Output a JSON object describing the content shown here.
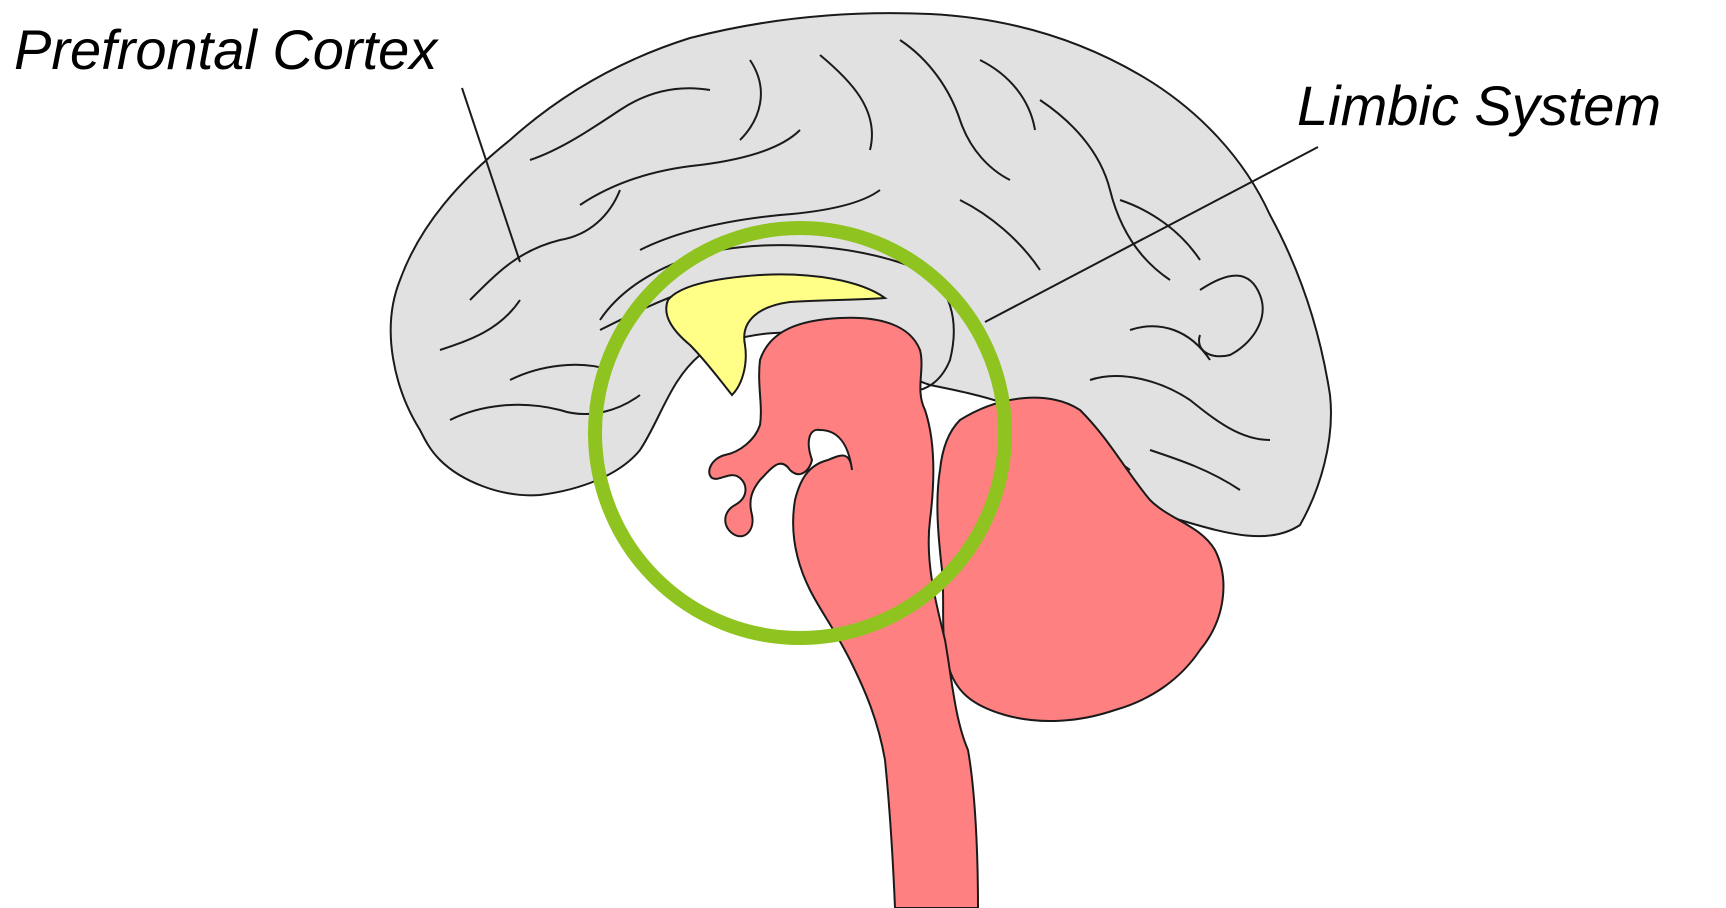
{
  "labels": {
    "prefrontal_cortex": "Prefrontal Cortex",
    "limbic_system": "Limbic System"
  },
  "colors": {
    "cortex_fill": "#e1e1e1",
    "brainstem_fill": "#ff8080",
    "corpus_callosum_fill": "#ffff88",
    "highlight_ring": "#8fc31f",
    "outline": "#1a1a1a"
  },
  "icons": {
    "highlight": "green-ring-highlight"
  }
}
